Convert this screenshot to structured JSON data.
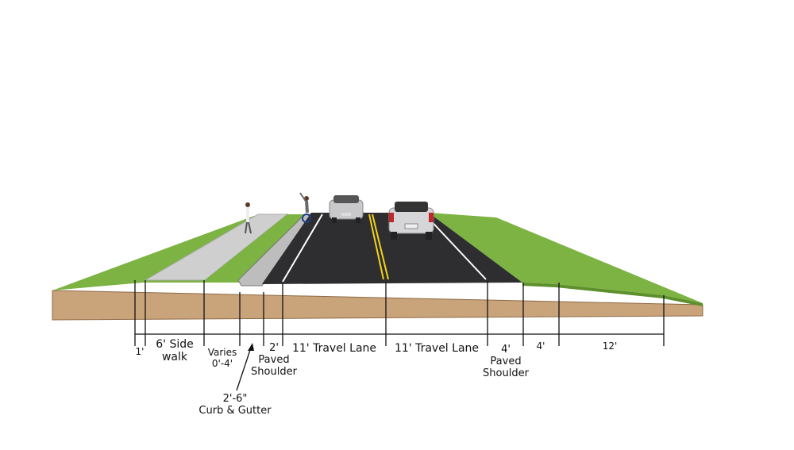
{
  "diagram": {
    "colors": {
      "grass": "#7cb342",
      "grass_edge": "#5d8f2c",
      "soil": "#c9a37a",
      "soil_dark": "#a8825a",
      "pavement": "#2e2e31",
      "sidewalk": "#cfcfcf",
      "lane_white": "#ffffff",
      "lane_yellow": "#f2d21b",
      "dim_line": "#111111"
    },
    "dimensions": [
      {
        "id": "dim-1ft",
        "label": "1'"
      },
      {
        "id": "dim-sidewalk",
        "label_line1": "6' Side",
        "label_line2": "walk"
      },
      {
        "id": "dim-varies",
        "label_line1": "Varies",
        "label_line2": "0'-4'"
      },
      {
        "id": "dim-2ft-shoulder",
        "label_line1": "2'",
        "label_line2": "Paved",
        "label_line3": "Shoulder"
      },
      {
        "id": "dim-travel-lane-left",
        "label": "11' Travel Lane"
      },
      {
        "id": "dim-travel-lane-right",
        "label": "11' Travel Lane"
      },
      {
        "id": "dim-4ft-shoulder",
        "label_line1": "4'",
        "label_line2": "Paved",
        "label_line3": "Shoulder"
      },
      {
        "id": "dim-4ft",
        "label": "4'"
      },
      {
        "id": "dim-12ft",
        "label": "12'"
      }
    ],
    "curb_callout": {
      "line1": "2'-6\"",
      "line2": "Curb & Gutter"
    }
  }
}
